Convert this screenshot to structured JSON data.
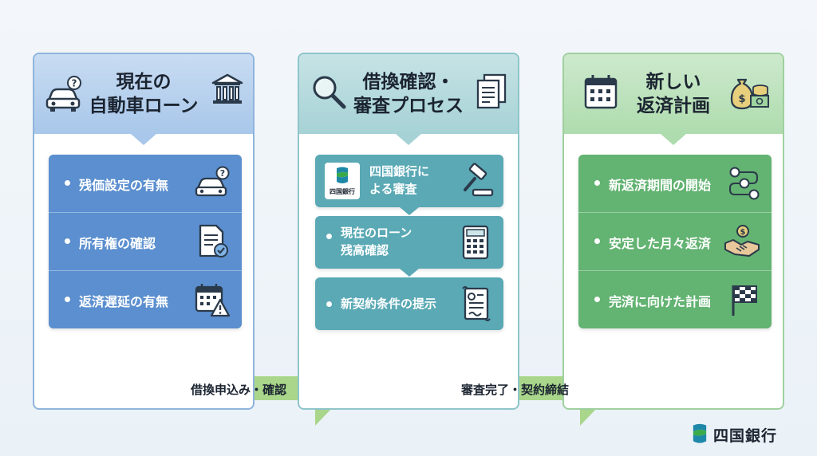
{
  "columns": [
    {
      "title_lines": [
        "現在の",
        "自動車ローン"
      ],
      "items": [
        "残価設定の有無",
        "所有権の確認",
        "返済遅延の有無"
      ]
    },
    {
      "title_lines": [
        "借換確認・",
        "審査プロセス"
      ],
      "steps": [
        {
          "lines": [
            "四国銀行に",
            "よる審査"
          ]
        },
        {
          "lines": [
            "現在のローン",
            "残高確認"
          ]
        },
        {
          "lines": [
            "新契約条件の提示"
          ]
        }
      ],
      "bank_badge_text": "四国銀行"
    },
    {
      "title_lines": [
        "新しい",
        "返済計画"
      ],
      "items": [
        "新返済期間の開始",
        "安定した月々返済",
        "完済に向けた計画"
      ]
    }
  ],
  "flows": [
    "借換申込み・確認",
    "審査完了・契約締結"
  ],
  "brand": {
    "name": "四国銀行"
  },
  "colors": {
    "blue": "#5b8fcf",
    "teal": "#5aa9b5",
    "green": "#63b372",
    "arrow": "#a9d68a"
  },
  "icons": [
    "car-question-icon",
    "bank-icon",
    "magnifier-icon",
    "documents-icon",
    "calendar-icon",
    "money-bag-icon",
    "gavel-icon",
    "calculator-icon",
    "contract-icon",
    "timeline-icon",
    "handshake-coin-icon",
    "finish-flag-icon",
    "document-check-icon",
    "calendar-warning-icon"
  ]
}
